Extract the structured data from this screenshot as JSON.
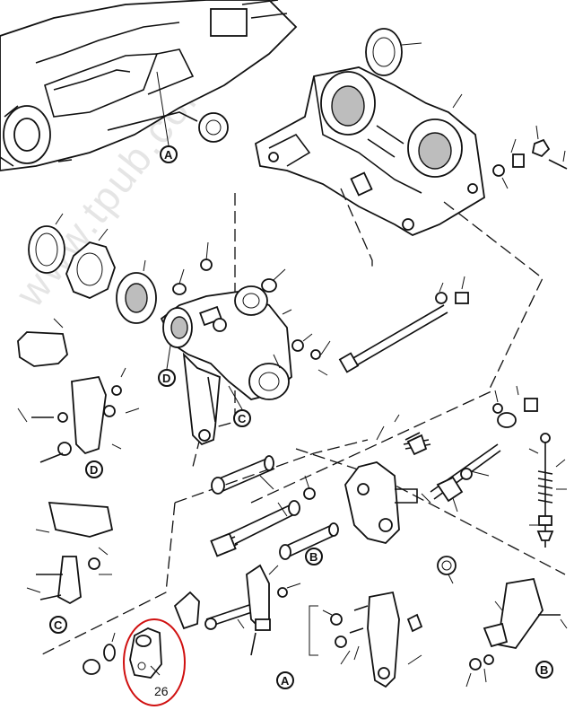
{
  "watermark": "www.tpub.com",
  "callout": {
    "number": "26",
    "circle_color": "#d01010"
  },
  "detail_labels": {
    "A": "A",
    "B": "B",
    "C": "C",
    "D": "D"
  },
  "colors": {
    "line": "#111111",
    "shade": "#bdbdbd",
    "paper": "#ffffff",
    "highlight": "#d01010"
  }
}
